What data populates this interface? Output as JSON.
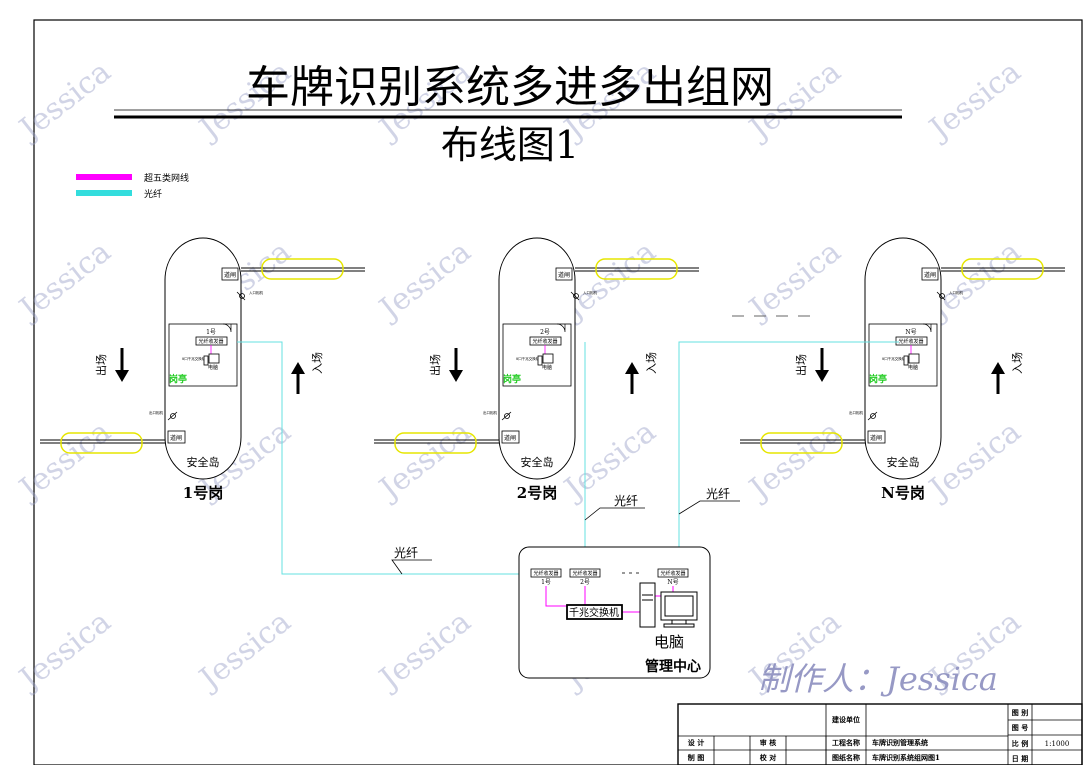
{
  "title": {
    "line1": "车牌识别系统多进多出组网",
    "line2": "布线图1"
  },
  "legend": [
    {
      "label": "超五类网线",
      "color": "#ff00ff"
    },
    {
      "label": "光纤",
      "color": "#33dddd"
    }
  ],
  "colors": {
    "cat5": "#ff00ff",
    "fiber": "#66e0e0",
    "booth_label": "#22cc22",
    "loop": "#e6e600",
    "watermark": "#9aa0c8",
    "credit": "#8c8fbf"
  },
  "stations": [
    {
      "name": "1号岗",
      "island": "安全岛",
      "booth": "岗亭",
      "num": "1号",
      "transceiver": "光纤收发器",
      "switch": "8口千兆交换机",
      "pc": "电脑",
      "gate": "道闸",
      "exit": "出场",
      "enter": "入场",
      "cam_in": "入口相机",
      "cam_out": "出口相机"
    },
    {
      "name": "2号岗",
      "island": "安全岛",
      "booth": "岗亭",
      "num": "2号",
      "transceiver": "光纤收发器",
      "switch": "8口千兆交换机",
      "pc": "电脑",
      "gate": "道闸",
      "exit": "出场",
      "enter": "入场",
      "cam_in": "入口相机",
      "cam_out": "出口相机"
    },
    {
      "name": "N号岗",
      "island": "安全岛",
      "booth": "岗亭",
      "num": "N号",
      "transceiver": "光纤收发器",
      "switch": "8口千兆交换机",
      "pc": "电脑",
      "gate": "道闸",
      "exit": "出场",
      "enter": "入场",
      "cam_in": "入口相机",
      "cam_out": "出口相机"
    }
  ],
  "fiber_labels": [
    "光纤",
    "光纤",
    "光纤"
  ],
  "center": {
    "name": "管理中心",
    "switch": "千兆交换机",
    "pc": "电脑",
    "transceivers": [
      {
        "label": "光纤收发器",
        "num": "1号"
      },
      {
        "label": "光纤收发器",
        "num": "2号"
      },
      {
        "label": "光纤收发器",
        "num": "N号"
      }
    ]
  },
  "watermark": "Jessica",
  "credit": "制作人：Jessica",
  "titleblock": {
    "build_unit_label": "建设单位",
    "build_unit_value": "",
    "project_label": "工程名称",
    "project_value": "车牌识别管理系统",
    "drawing_label": "图纸名称",
    "drawing_value": "车牌识别系统组网图1",
    "design_label": "设 计",
    "review_label": "审 核",
    "draw_label": "制 图",
    "check_label": "校 对",
    "category_label": "图 别",
    "number_label": "图 号",
    "scale_label": "比 例",
    "scale_value": "1:1000",
    "date_label": "日 期"
  }
}
